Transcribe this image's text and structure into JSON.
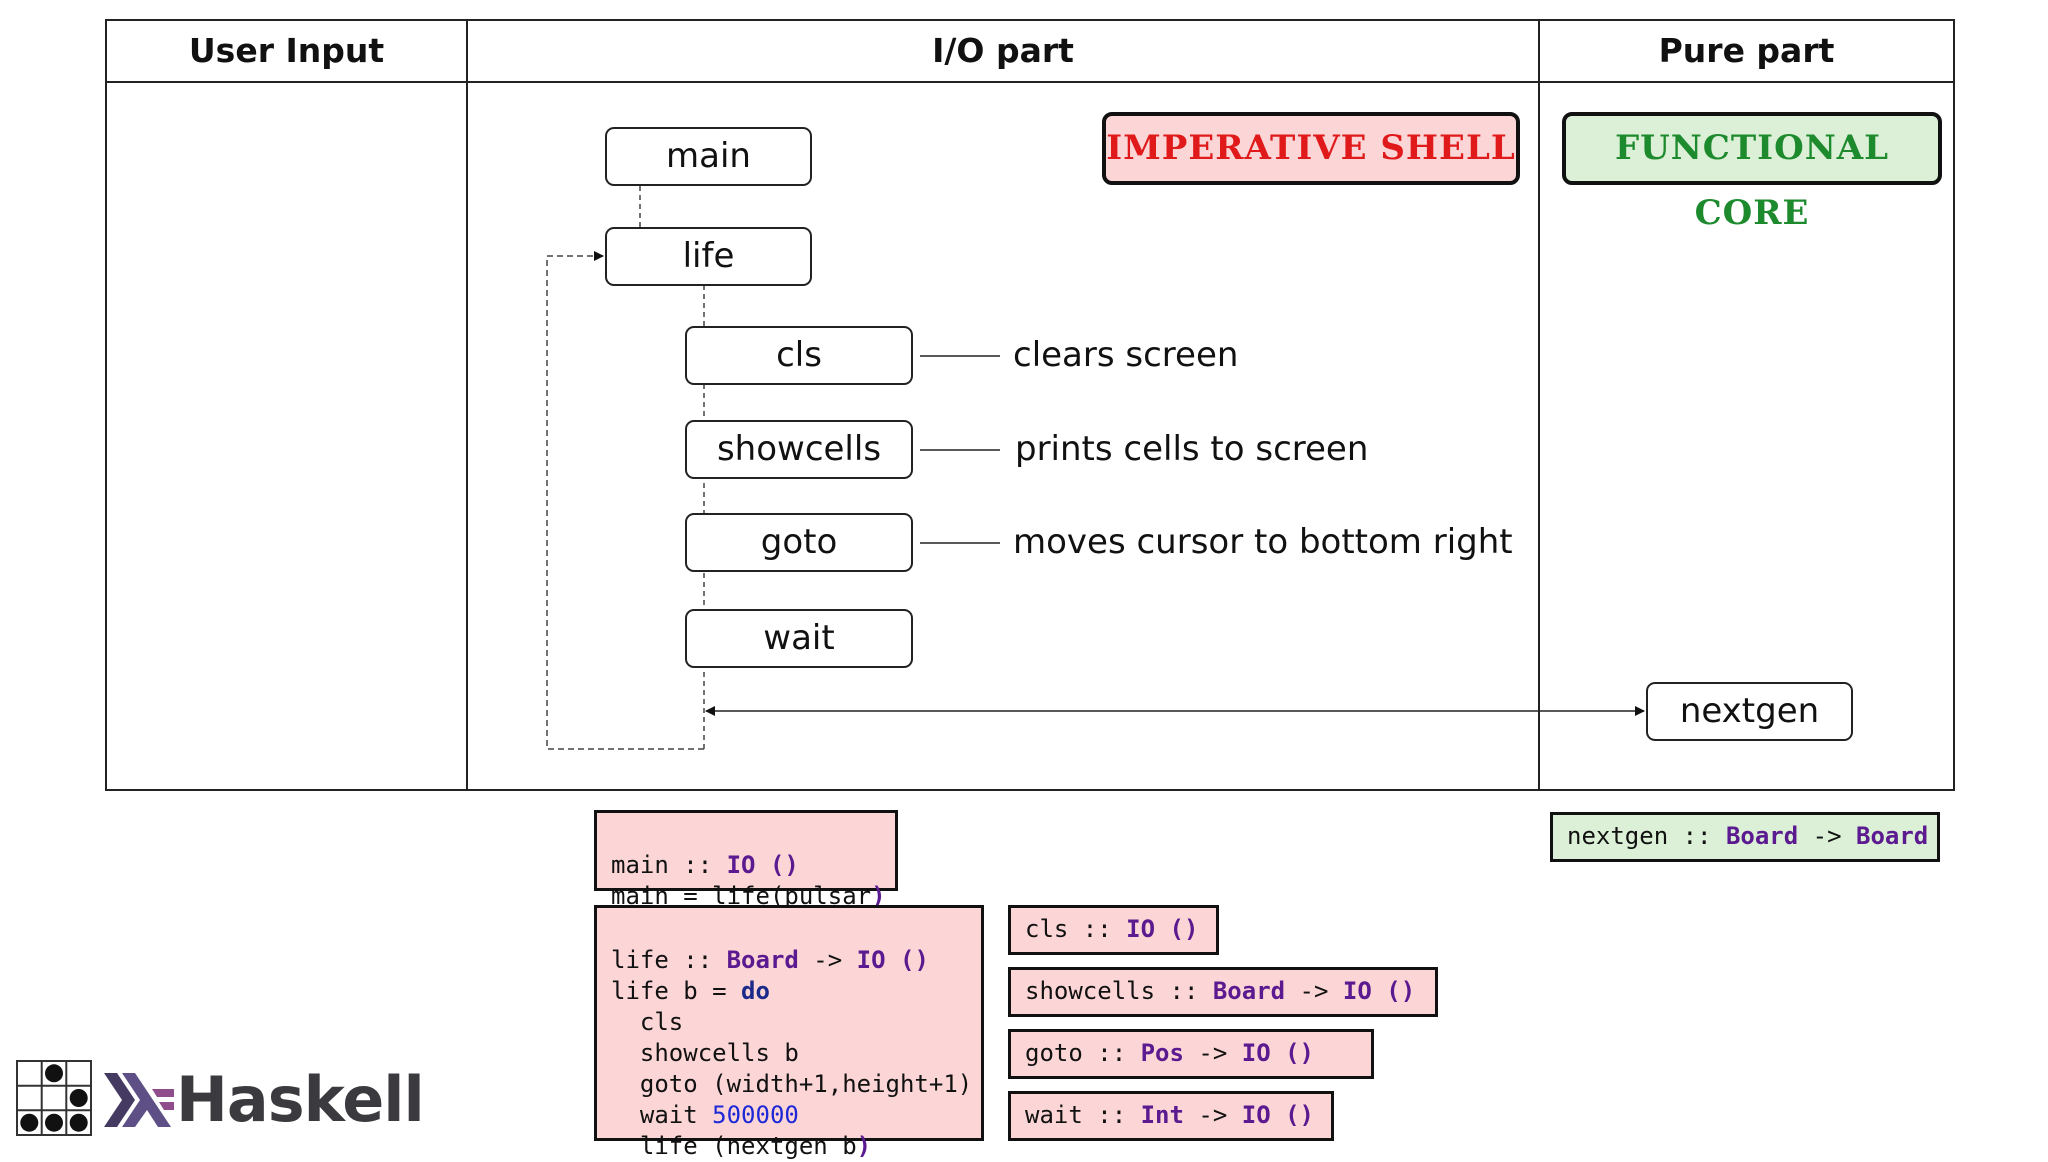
{
  "columns": {
    "user_input": "User Input",
    "io_part": "I/O part",
    "pure_part": "Pure part"
  },
  "badges": {
    "imperative": "IMPERATIVE SHELL",
    "functional": "FUNCTIONAL CORE"
  },
  "colors": {
    "imperative_text": "#e01a1a",
    "imperative_bg": "#fcd6d6",
    "functional_text": "#1e8a2e",
    "functional_bg": "#dbf0d6",
    "type_keyword": "#5b1a8f",
    "number_literal": "#1d29d6"
  },
  "nodes": {
    "main": "main",
    "life": "life",
    "cls": "cls",
    "showcells": "showcells",
    "goto": "goto",
    "wait": "wait",
    "nextgen": "nextgen"
  },
  "descriptions": {
    "cls": "clears screen",
    "showcells": "prints cells to screen",
    "goto": "moves cursor to bottom right"
  },
  "code": {
    "main": {
      "l1a": "main :: ",
      "l1b": "IO ()",
      "l2a": "main = life(pulsar",
      "l2b": ")"
    },
    "life": {
      "l1a": "life :: ",
      "l1b": "Board",
      "l1c": " -> ",
      "l1d": "IO ()",
      "l2a": "life b = ",
      "l2b": "do",
      "l3": "  cls",
      "l4": "  showcells b",
      "l5": "  goto (width+1,height+1)",
      "l6a": "  wait ",
      "l6b": "500000",
      "l7a": "  life (nextgen b",
      "l7b": ")"
    },
    "nextgen": {
      "a": "nextgen :: ",
      "b": "Board",
      "c": " -> ",
      "d": "Board"
    },
    "cls": {
      "a": "cls :: ",
      "b": "IO ()"
    },
    "showcells": {
      "a": "showcells :: ",
      "b": "Board",
      "c": " -> ",
      "d": "IO ()"
    },
    "goto": {
      "a": "goto :: ",
      "b": "Pos",
      "c": " -> ",
      "d": "IO ()"
    },
    "wait": {
      "a": "wait :: ",
      "b": "Int",
      "c": " -> ",
      "d": "IO ()"
    }
  },
  "logo": {
    "text": "Haskell",
    "icon": "glider-icon",
    "brand_icon": "haskell-lambda-icon",
    "color": "#3b3a3e"
  }
}
